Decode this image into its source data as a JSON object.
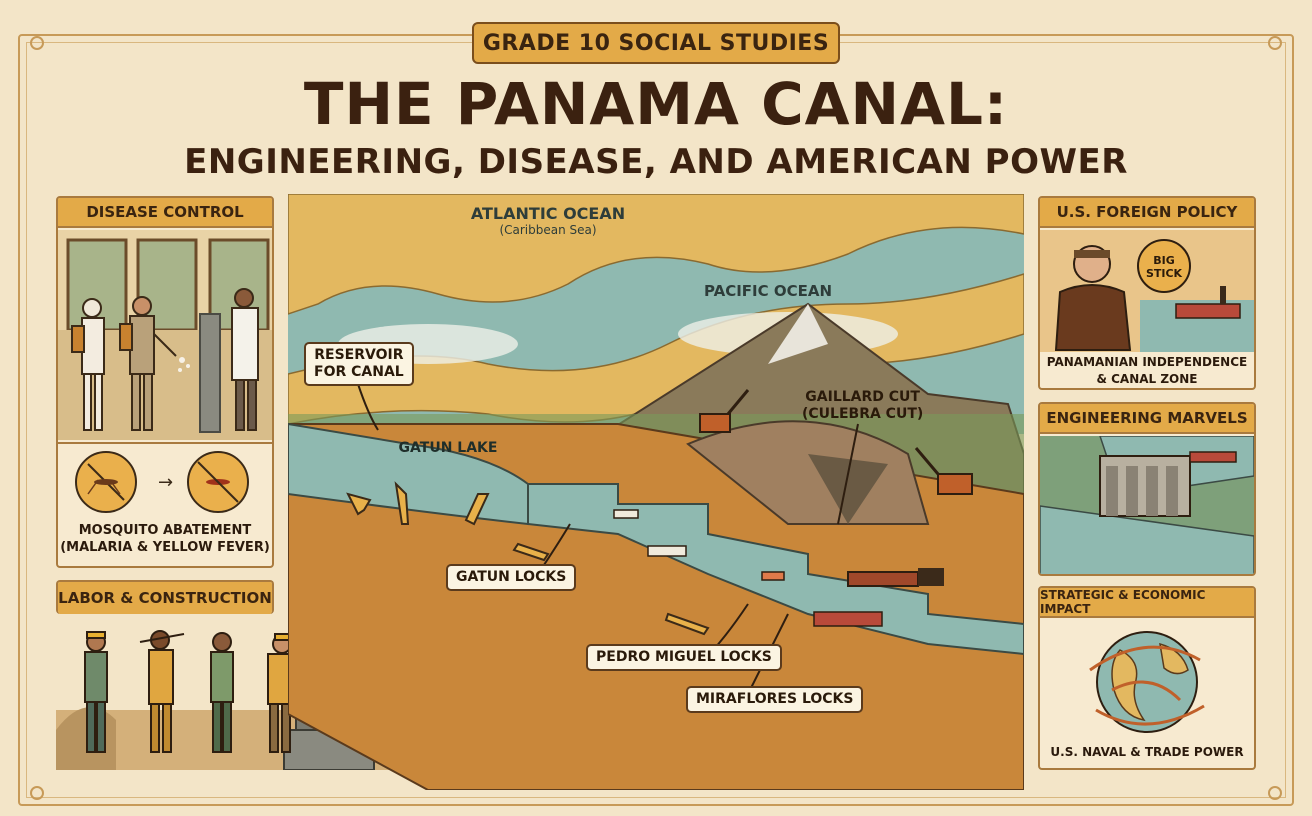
{
  "header": {
    "grade_label": "GRADE 10 SOCIAL STUDIES",
    "title": "THE PANAMA CANAL:",
    "subtitle": "ENGINEERING, DISEASE, AND AMERICAN POWER"
  },
  "left_panels": {
    "disease_control": {
      "title": "DISEASE CONTROL",
      "caption_line1": "MOSQUITO ABATEMENT",
      "caption_line2": "(MALARIA & YELLOW FEVER)"
    },
    "labor": {
      "title": "LABOR & CONSTRUCTION"
    }
  },
  "map": {
    "atlantic": "ATLANTIC OCEAN",
    "atlantic_sub": "(Caribbean Sea)",
    "pacific": "PACIFIC OCEAN",
    "reservoir_line1": "RESERVOIR",
    "reservoir_line2": "FOR CANAL",
    "gatun_lake": "GATUN LAKE",
    "gaillard_line1": "GAILLARD CUT",
    "gaillard_line2": "(CULEBRA CUT)",
    "gatun_locks": "GATUN LOCKS",
    "pedro_miguel": "PEDRO MIGUEL LOCKS",
    "miraflores": "MIRAFLORES LOCKS"
  },
  "right_panels": {
    "foreign_policy": {
      "title": "U.S. FOREIGN POLICY",
      "badge_line1": "BIG",
      "badge_line2": "STICK",
      "caption_line1": "PANAMANIAN INDEPENDENCE",
      "caption_line2": "& CANAL ZONE"
    },
    "engineering": {
      "title": "ENGINEERING MARVELS"
    },
    "strategic": {
      "title": "STRATEGIC & ECONOMIC IMPACT",
      "caption": "U.S. NAVAL & TRADE POWER"
    }
  },
  "colors": {
    "accent": "#e3aa48",
    "border": "#a97a3e",
    "background": "#f3e5c8",
    "water": "#8fb9b0",
    "earth": "#c9873a"
  }
}
